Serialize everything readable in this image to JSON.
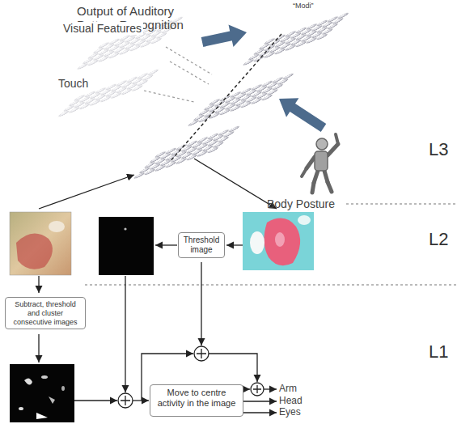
{
  "diagram": {
    "nodes": [
      {
        "text": [
          "Threshold image"
        ]
      },
      {
        "text": [
          "Subtract, threshold and cluster consecutive images"
        ]
      },
      {
        "text": [
          "Move to centre activity in the image"
        ]
      }
    ],
    "labels": [
      "Output of Auditory Pattern Recognition",
      "“Modi”",
      "Visual Features",
      "Touch",
      "Body Posture",
      "L3",
      "L2",
      "L1",
      "Arm",
      "Head",
      "Eyes"
    ]
  }
}
